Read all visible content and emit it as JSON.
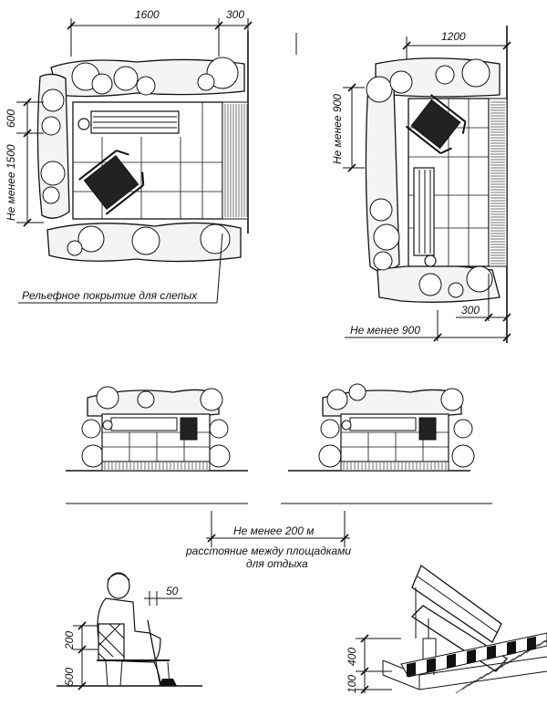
{
  "dimensions": {
    "plan_left_width": "1600",
    "plan_left_edge": "300",
    "plan_left_depth": "Не менее 1500",
    "plan_left_bench": "600",
    "plan_right_width": "1200",
    "plan_right_depth": "Не менее 900",
    "plan_right_edge": "300",
    "plan_right_min": "Не менее 900",
    "spacing_min": "Не менее 200 м",
    "cane_offset": "50",
    "seat_back": "200",
    "seat_height": "500",
    "bench_back": "400",
    "bench_curb": "100"
  },
  "captions": {
    "tactile": "Рельефное покрытие для слепых",
    "spacing_line1": "расстояние между площадками",
    "spacing_line2": "для отдыха"
  }
}
